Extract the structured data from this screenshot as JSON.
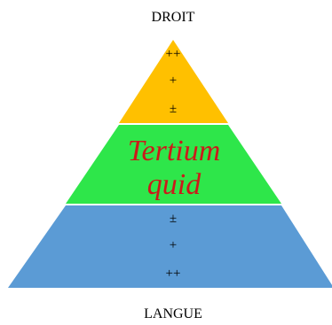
{
  "labels": {
    "top": "DROIT",
    "bottom": "LANGUE"
  },
  "tiers": {
    "top": {
      "color": "#ffc000",
      "signs": [
        "++",
        "+",
        "±"
      ]
    },
    "middle": {
      "color": "#2ee64a",
      "text_line1": "Tertium",
      "text_line2": "quid",
      "text_color": "#cc1a1a"
    },
    "bottom": {
      "color": "#5b9bd5",
      "signs": [
        "±",
        "+",
        "++"
      ]
    }
  },
  "colors": {
    "divider": "#ffffff",
    "text": "#000000"
  }
}
